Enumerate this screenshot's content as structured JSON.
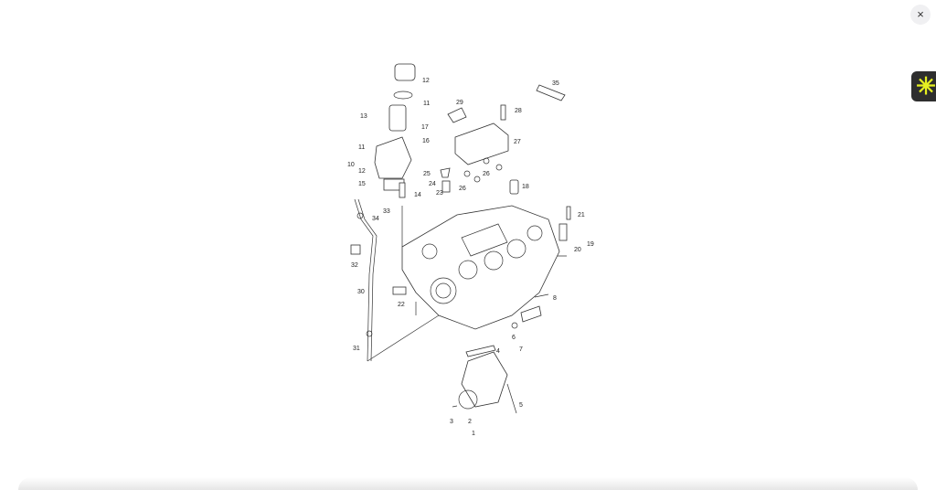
{
  "viewer": {
    "close_label": "×",
    "widget_icon": "asterisk-icon",
    "widget_glyph": "✳",
    "accent": "#e6f020"
  },
  "diagram": {
    "callouts": [
      "12",
      "11",
      "13",
      "17",
      "16",
      "11",
      "10",
      "12",
      "15",
      "14",
      "29",
      "28",
      "35",
      "27",
      "26",
      "26",
      "25",
      "24",
      "23",
      "18",
      "33",
      "34",
      "21",
      "19",
      "20",
      "32",
      "30",
      "22",
      "8",
      "6",
      "7",
      "31",
      "4",
      "5",
      "3",
      "2",
      "1"
    ]
  }
}
